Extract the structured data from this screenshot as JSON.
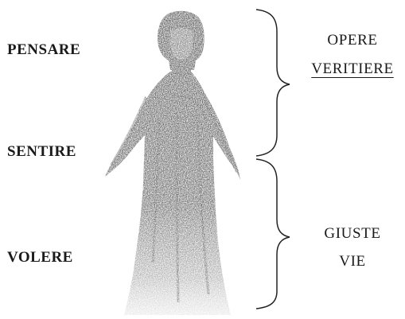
{
  "left_labels": {
    "pensare": "PENSARE",
    "sentire": "SENTIRE",
    "volere": "VOLERE"
  },
  "right_labels": {
    "top_line1": "OPERE",
    "top_line2": "VERITIERE",
    "bottom_line1": "GIUSTE",
    "bottom_line2": "VIE"
  },
  "colors": {
    "text": "#1a1a1a",
    "figure": "#3a3a3a",
    "bracket": "#222222",
    "background": "#ffffff"
  }
}
